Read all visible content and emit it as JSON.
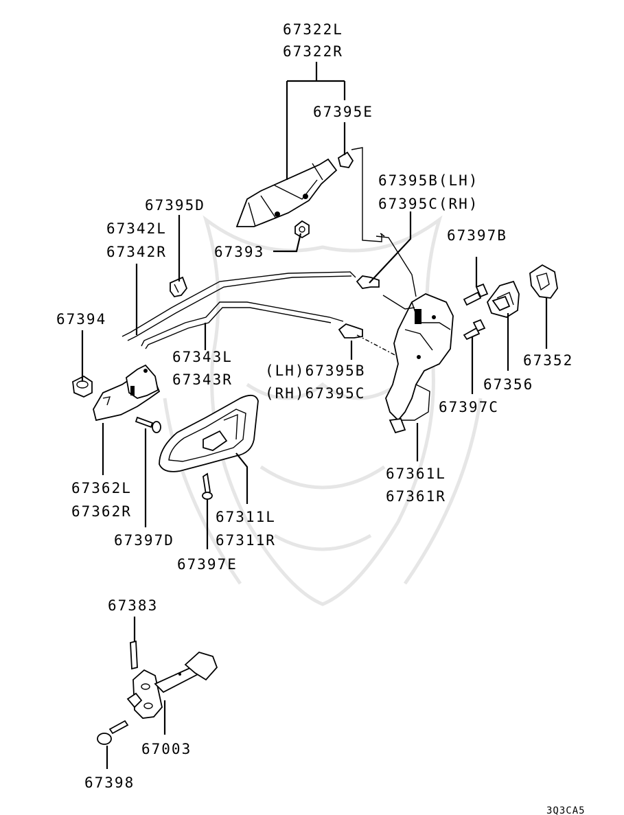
{
  "diagram_code": "3Q3CA5",
  "labels": {
    "p67322l": "67322L",
    "p67322r": "67322R",
    "p67395e": "67395E",
    "p67395b_lh": "67395B(LH)",
    "p67395c_rh": "67395C(RH)",
    "p67395d": "67395D",
    "p67342l": "67342L",
    "p67342r": "67342R",
    "p67393": "67393",
    "p67397b": "67397B",
    "p67394": "67394",
    "p67343l": "67343L",
    "p67343r": "67343R",
    "lh_67395b": "(LH)67395B",
    "rh_67395c": "(RH)67395C",
    "p67352": "67352",
    "p67356": "67356",
    "p67397c": "67397C",
    "p67362l": "67362L",
    "p67362r": "67362R",
    "p67361l": "67361L",
    "p67361r": "67361R",
    "p67311l": "67311L",
    "p67311r": "67311R",
    "p67397d": "67397D",
    "p67397e": "67397E",
    "p67383": "67383",
    "p67003": "67003",
    "p67398": "67398"
  }
}
